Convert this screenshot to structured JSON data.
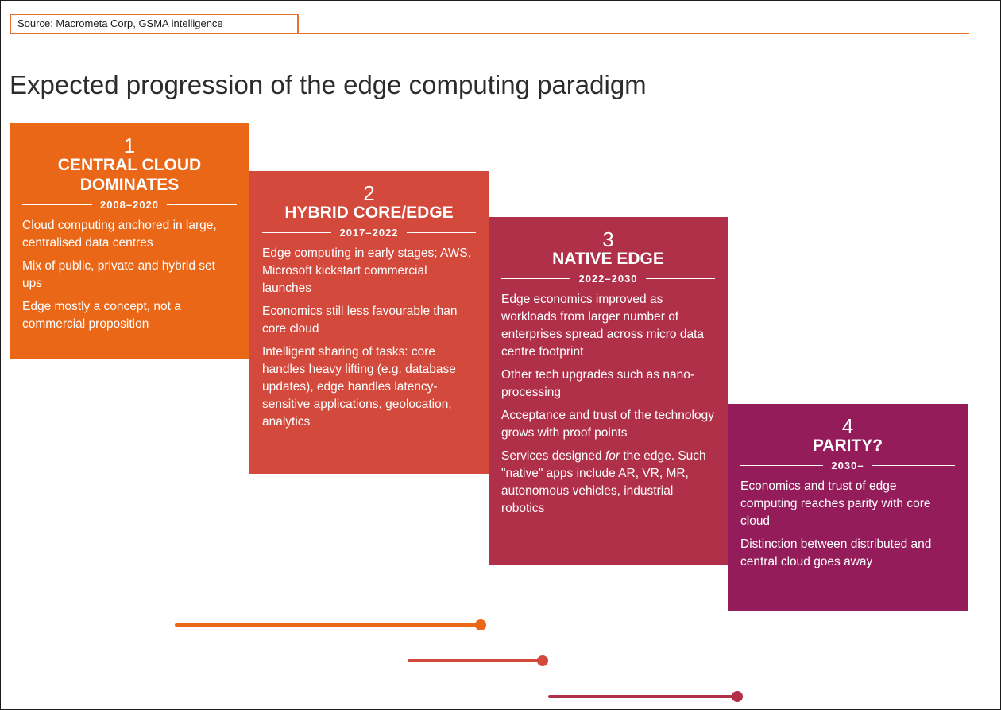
{
  "source": "Source: Macrometa Corp, GSMA intelligence",
  "title": "Expected progression of the edge computing paradigm",
  "colors": {
    "accent": "#e8712c",
    "stage1": "#ea6718",
    "stage2": "#d3493b",
    "stage3": "#b03049",
    "stage4": "#941c5a"
  },
  "stages": [
    {
      "number": "1",
      "name": "CENTRAL CLOUD DOMINATES",
      "years": "2008–2020",
      "points": [
        "Cloud computing anchored in large, centralised data centres",
        "Mix of public, private and hybrid set ups",
        "Edge mostly a concept, not a commercial proposition"
      ]
    },
    {
      "number": "2",
      "name": "HYBRID CORE/EDGE",
      "years": "2017–2022",
      "points": [
        "Edge computing in early stages; AWS, Microsoft kickstart commercial launches",
        "Economics still less favourable than core cloud",
        "Intelligent sharing of tasks: core handles heavy lifting (e.g. database updates), edge handles latency-sensitive applications, geolocation, analytics"
      ]
    },
    {
      "number": "3",
      "name": "NATIVE EDGE",
      "years": "2022–2030",
      "points": [
        "Edge economics improved as workloads from larger number of enterprises spread across micro data centre footprint",
        "Other tech upgrades such as nano-processing",
        "Acceptance and trust of the technology grows with proof points",
        "Services designed for the edge. Such \"native\" apps include AR, VR, MR, autonomous vehicles, industrial robotics"
      ]
    },
    {
      "number": "4",
      "name": "PARITY?",
      "years": "2030–",
      "points": [
        "Economics and trust of edge computing reaches parity with core cloud",
        "Distinction between distributed and central cloud goes away"
      ]
    }
  ]
}
